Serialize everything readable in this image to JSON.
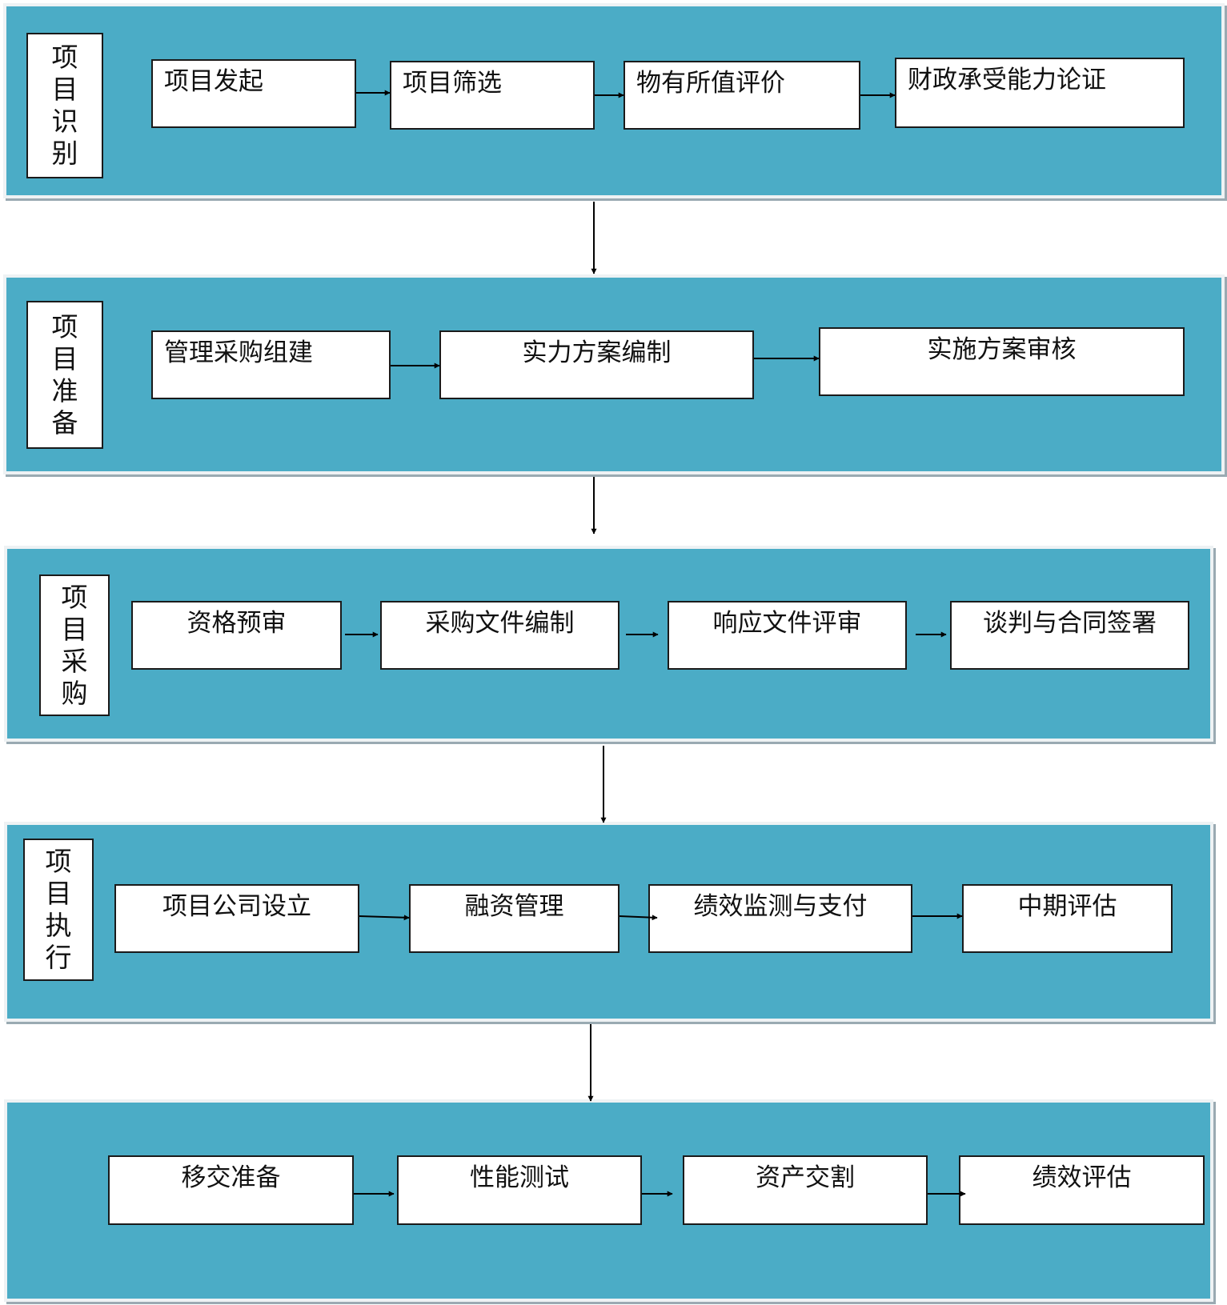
{
  "stages": [
    {
      "label": "项目识别",
      "steps": [
        "项目发起",
        "项目筛选",
        "物有所值评价",
        "财政承受能力论证"
      ]
    },
    {
      "label": "项目准备",
      "steps": [
        "管理采购组建",
        "实力方案编制",
        "实施方案审核"
      ]
    },
    {
      "label": "项目采购",
      "steps": [
        "资格预审",
        "采购文件编制",
        "响应文件评审",
        "谈判与合同签署"
      ]
    },
    {
      "label": "项目执行",
      "steps": [
        "项目公司设立",
        "融资管理",
        "绩效监测与支付",
        "中期评估"
      ]
    },
    {
      "label": "",
      "steps": [
        "移交准备",
        "性能测试",
        "资产交割",
        "绩效评估"
      ]
    }
  ],
  "colors": {
    "band": "#4bacc6",
    "box": "#ffffff",
    "line": "#000000"
  }
}
